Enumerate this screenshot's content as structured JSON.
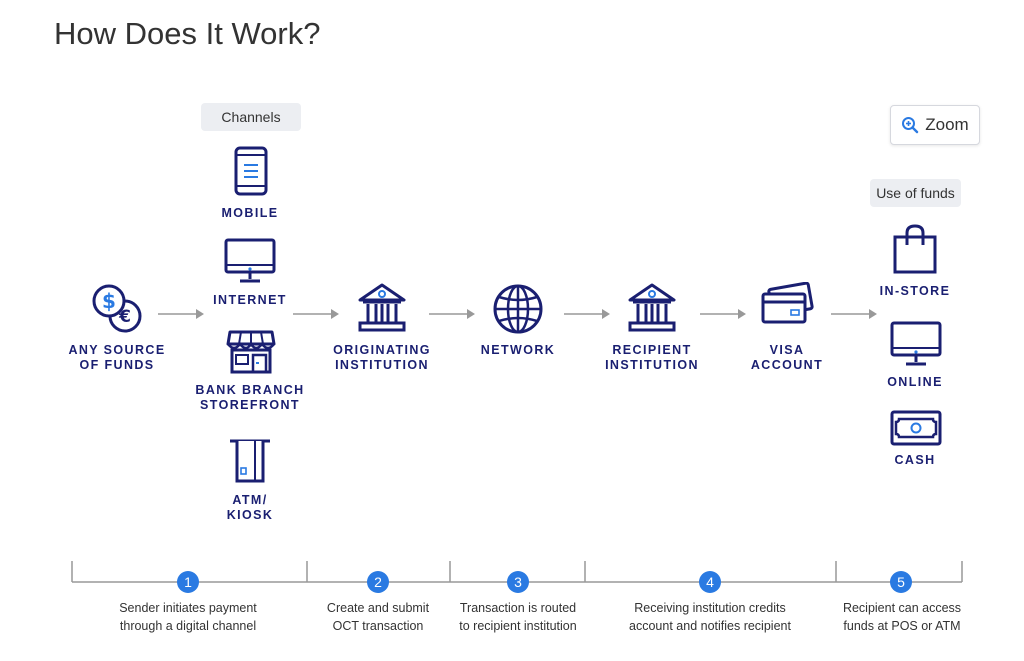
{
  "title": "How Does It Work?",
  "channels_pill": "Channels",
  "use_of_funds_pill": "Use of funds",
  "zoom": {
    "label": "Zoom",
    "icon": "zoom-in-icon"
  },
  "colors": {
    "navy": "#1a1f71",
    "accent": "#2a7ae2",
    "gray": "#999999"
  },
  "nodes": {
    "source": {
      "line1": "ANY SOURCE",
      "line2": "OF FUNDS",
      "icon": "dollar-euro-coins-icon"
    },
    "originating": {
      "line1": "ORIGINATING",
      "line2": "INSTITUTION",
      "icon": "bank-icon"
    },
    "network": {
      "line1": "NETWORK",
      "icon": "globe-icon"
    },
    "recipient": {
      "line1": "RECIPIENT",
      "line2": "INSTITUTION",
      "icon": "bank-icon"
    },
    "visa": {
      "line1": "VISA",
      "line2": "ACCOUNT",
      "icon": "cards-icon"
    }
  },
  "channels": [
    {
      "line1": "MOBILE",
      "icon": "mobile-phone-icon"
    },
    {
      "line1": "INTERNET",
      "icon": "monitor-icon"
    },
    {
      "line1": "BANK BRANCH",
      "line2": "STOREFRONT",
      "icon": "storefront-icon"
    },
    {
      "line1": "ATM/",
      "line2": "KIOSK",
      "icon": "atm-icon"
    }
  ],
  "uses": [
    {
      "line1": "IN-STORE",
      "icon": "shopping-bag-icon"
    },
    {
      "line1": "ONLINE",
      "icon": "monitor-icon"
    },
    {
      "line1": "CASH",
      "icon": "cash-icon"
    }
  ],
  "steps": [
    {
      "num": "1",
      "line1": "Sender initiates payment",
      "line2": "through a digital channel"
    },
    {
      "num": "2",
      "line1": "Create and submit",
      "line2": "OCT transaction"
    },
    {
      "num": "3",
      "line1": "Transaction is routed",
      "line2": "to recipient institution"
    },
    {
      "num": "4",
      "line1": "Receiving institution credits",
      "line2": "account and notifies recipient"
    },
    {
      "num": "5",
      "line1": "Recipient can access",
      "line2": "funds at POS or ATM"
    }
  ]
}
